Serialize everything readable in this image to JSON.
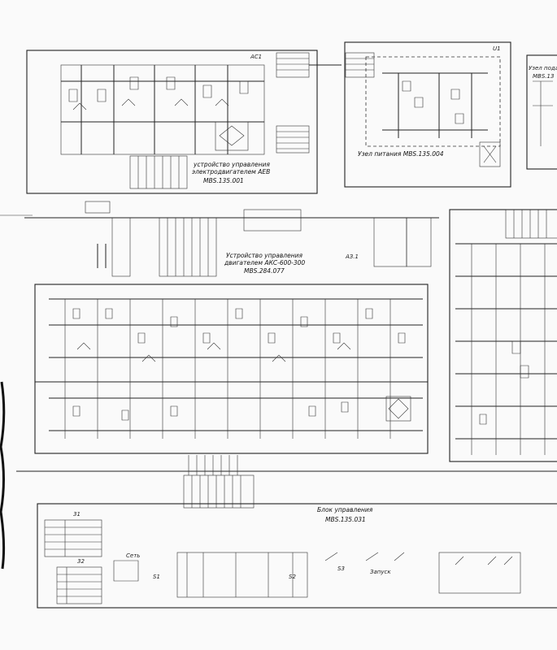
{
  "blocks": {
    "a1_label": "АС1",
    "a1_title": "устройство управления",
    "a1_title2": "электродвигателем АЕВ",
    "a1_code": "МВS.135.001",
    "u1_label": "U1",
    "u1_title": "Узел питания МВS.135.004",
    "a3_label": "АЗ.1",
    "a3_title": "Устройство управления",
    "a3_title2": "двигателем АКС-600-300",
    "a3_code": "МВS.284.077",
    "bu_title": "Блок управления",
    "bu_code": "МВS.135.031",
    "right_title": "Узел пода",
    "right_code": "МВS.13",
    "tag_31": "31",
    "tag_32": "32",
    "switch_label": "Сеть",
    "start_label": "Запуск",
    "s1": "S1",
    "s2": "S2",
    "s3": "S3"
  },
  "colors": {
    "ink": "#222222",
    "paper": "#fafafa"
  }
}
